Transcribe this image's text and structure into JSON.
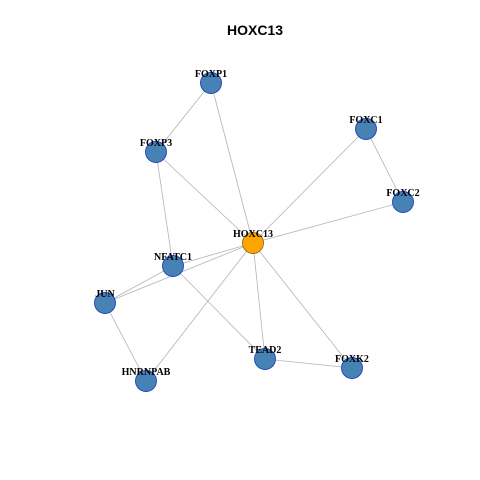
{
  "title": "HOXC13",
  "colors": {
    "node_fill": "#4682B4",
    "node_stroke": "#1f3fbf",
    "hub_fill": "#FFA500",
    "hub_stroke": "#8a6a1a",
    "edge": "#b3b3b3"
  },
  "nodes": [
    {
      "id": "HOXC13",
      "label": "HOXC13",
      "hub": true
    },
    {
      "id": "FOXP1",
      "label": "FOXP1",
      "hub": false
    },
    {
      "id": "FOXP3",
      "label": "FOXP3",
      "hub": false
    },
    {
      "id": "FOXC1",
      "label": "FOXC1",
      "hub": false
    },
    {
      "id": "FOXC2",
      "label": "FOXC2",
      "hub": false
    },
    {
      "id": "NFATC1",
      "label": "NFATC1",
      "hub": false
    },
    {
      "id": "JUN",
      "label": "JUN",
      "hub": false
    },
    {
      "id": "HNRNPAB",
      "label": "HNRNPAB",
      "hub": false
    },
    {
      "id": "TEAD2",
      "label": "TEAD2",
      "hub": false
    },
    {
      "id": "FOXK2",
      "label": "FOXK2",
      "hub": false
    }
  ],
  "edges": [
    [
      "FOXP1",
      "FOXP3"
    ],
    [
      "FOXP1",
      "HOXC13"
    ],
    [
      "FOXP3",
      "HOXC13"
    ],
    [
      "FOXP3",
      "NFATC1"
    ],
    [
      "FOXC1",
      "FOXC2"
    ],
    [
      "FOXC1",
      "HOXC13"
    ],
    [
      "FOXC2",
      "HOXC13"
    ],
    [
      "NFATC1",
      "HOXC13"
    ],
    [
      "NFATC1",
      "JUN"
    ],
    [
      "NFATC1",
      "TEAD2"
    ],
    [
      "JUN",
      "HOXC13"
    ],
    [
      "JUN",
      "HNRNPAB"
    ],
    [
      "HNRNPAB",
      "HOXC13"
    ],
    [
      "HOXC13",
      "TEAD2"
    ],
    [
      "HOXC13",
      "FOXK2"
    ],
    [
      "TEAD2",
      "FOXK2"
    ]
  ]
}
